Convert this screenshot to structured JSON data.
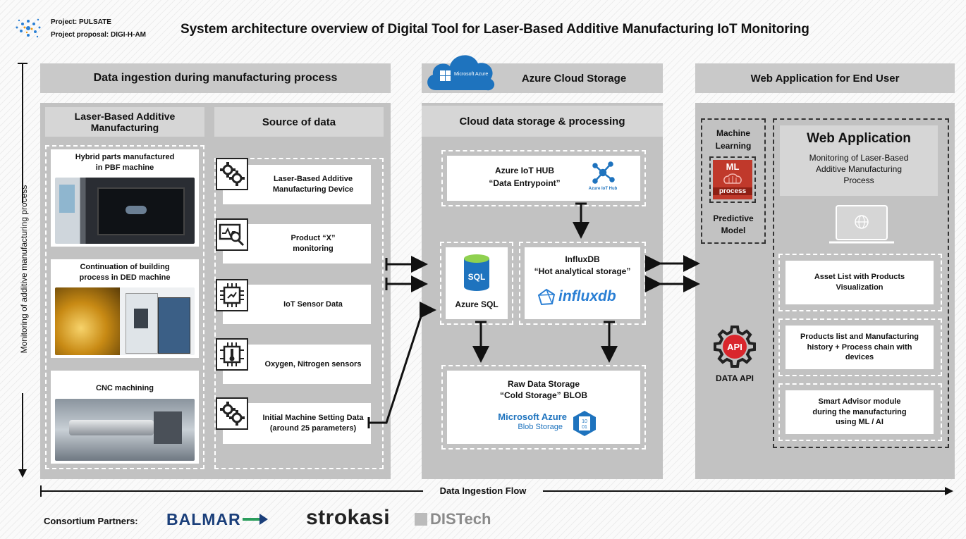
{
  "project": {
    "name": "Project: PULSATE",
    "proposal": "Project proposal: DIGI-H-AM"
  },
  "title": "System architecture overview of Digital Tool for Laser-Based Additive Manufacturing IoT Monitoring",
  "vertical_label": "Monitoring of additive manufacturing process",
  "flow_label": "Data Ingestion Flow",
  "ingestion": {
    "header": "Data ingestion during manufacturing process",
    "lbam_header": "Laser-Based Additive Manufacturing",
    "source_header": "Source of data",
    "photos": [
      {
        "caption": "Hybrid parts manufactured in PBF machine"
      },
      {
        "caption": "Continuation of building process in DED machine"
      },
      {
        "caption": "CNC machining"
      }
    ],
    "sources": [
      {
        "label": "Laser-Based Additive Manufacturing Device",
        "icon": "gears-icon"
      },
      {
        "label": "Product “X” monitoring",
        "icon": "monitor-magnifier-icon"
      },
      {
        "label": "IoT Sensor Data",
        "icon": "chip-icon"
      },
      {
        "label": "Oxygen, Nitrogen sensors",
        "icon": "thermometer-chip-icon"
      },
      {
        "label": "Initial Machine Setting Data (around 25 parameters)",
        "icon": "gears-icon"
      }
    ]
  },
  "cloud": {
    "header": "Azure Cloud Storage",
    "azure_logo": "Microsoft Azure",
    "subheader": "Cloud data storage & processing",
    "iot_hub": {
      "title": "Azure IoT HUB",
      "subtitle": "“Data Entrypoint”",
      "logo_caption": "Azure IoT Hub"
    },
    "sql": {
      "badge": "SQL",
      "label": "Azure SQL"
    },
    "influx": {
      "title": "InfluxDB",
      "subtitle": "“Hot analytical storage”",
      "logo": "influxdb"
    },
    "raw": {
      "title": "Raw Data Storage",
      "subtitle": "“Cold Storage” BLOB",
      "logo_line1": "Microsoft Azure",
      "logo_line2": "Blob Storage"
    }
  },
  "webapp_section": {
    "header": "Web Application for End User",
    "ml": {
      "title": "Machine Learning",
      "badge_top": "ML",
      "badge_bottom": "process",
      "model": "Predictive Model"
    },
    "api": {
      "badge": "API",
      "label": "DATA API"
    },
    "app": {
      "title": "Web Application",
      "subtitle": "Monitoring of Laser-Based Additive Manufacturing Process",
      "items": [
        "Asset List with Products Visualization",
        "Products list and Manufacturing history + Process chain with devices",
        "Smart Advisor module during the manufacturing using ML / AI"
      ]
    }
  },
  "partners": {
    "label": "Consortium Partners:",
    "logos": [
      "BALMAR",
      "strokasi",
      "DISTech"
    ]
  },
  "colors": {
    "azure_blue": "#1e73be",
    "api_red": "#d9262c",
    "ml_red": "#c0392b",
    "panel_gray": "#c2c2c2"
  }
}
